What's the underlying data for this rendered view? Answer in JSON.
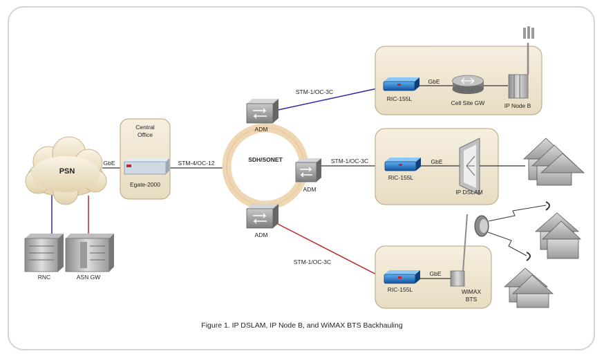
{
  "caption": "Figure 1.  IP DSLAM, IP Node B, and WiMAX BTS Backhauling",
  "nodes": {
    "psn": "PSN",
    "rnc": "RNC",
    "asn_gw": "ASN GW",
    "central_office_line1": "Central",
    "central_office_line2": "Office",
    "egate": "Egate-2000",
    "sdh_sonet": "SDH/SONET",
    "adm_top": "ADM",
    "adm_right": "ADM",
    "adm_bottom": "ADM",
    "ric_top": "RIC-155L",
    "ric_mid": "RIC-155L",
    "ric_bottom": "RIC-155L",
    "cell_site_gw": "Cell Site GW",
    "ip_node_b": "IP Node B",
    "ip_dslam": "IP DSLAM",
    "wimax_line1": "WiMAX",
    "wimax_line2": "BTS"
  },
  "links": {
    "gbe_psn": "GbE",
    "stm4": "STM-4/OC-12",
    "stm1_top": "STM-1/OC-3C",
    "stm1_mid": "STM-1/OC-3C",
    "stm1_bottom": "STM-1/OC-3C",
    "gbe_top": "GbE",
    "gbe_mid": "GbE",
    "gbe_bottom": "GbE"
  },
  "colors": {
    "link_blue": "#2a2aa8",
    "link_red": "#c0262a",
    "panel_fill": "#f1e7d2",
    "ring": "#efd7b4",
    "ric_blue": "#1d6fc4"
  }
}
